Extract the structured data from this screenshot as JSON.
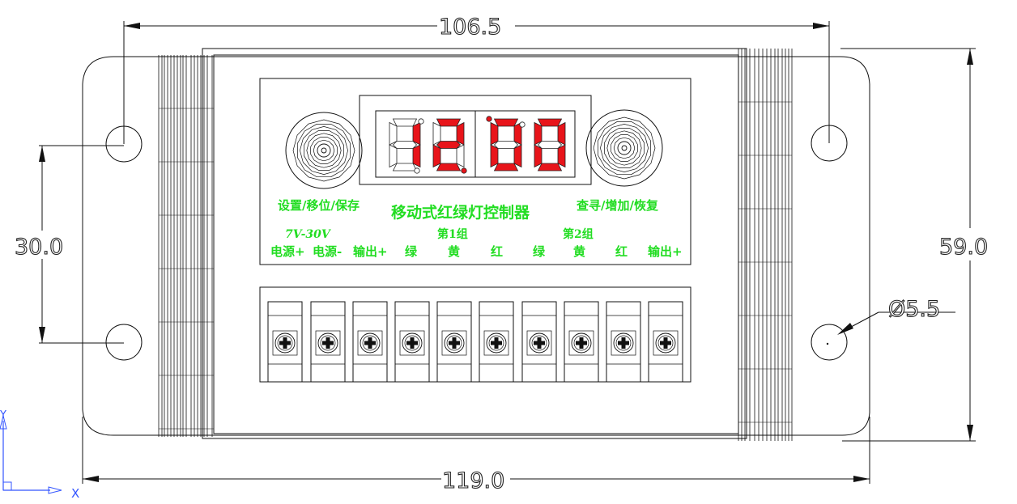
{
  "dimensions": {
    "top_width": "106.5",
    "bottom_width": "119.0",
    "hole_spacing": "30.0",
    "height": "59.0",
    "hole_diameter": "Ø5.5"
  },
  "display": {
    "digits": [
      "1",
      "2",
      "0",
      "0"
    ]
  },
  "labels": {
    "left_knob": "设置/移位/保存",
    "title": "移动式红绿灯控制器",
    "right_knob": "查寻/增加/恢复",
    "voltage": "7V-30V",
    "group1": "第1组",
    "group2": "第2组"
  },
  "terminals": [
    "电源+",
    "电源-",
    "输出+",
    "绿",
    "黄",
    "红",
    "绿",
    "黄",
    "红",
    "输出+"
  ],
  "axes": {
    "y": "Y",
    "x": "X"
  },
  "colors": {
    "label": "#22dd22",
    "segment_on": "#e8141a",
    "lines": "#111111"
  }
}
